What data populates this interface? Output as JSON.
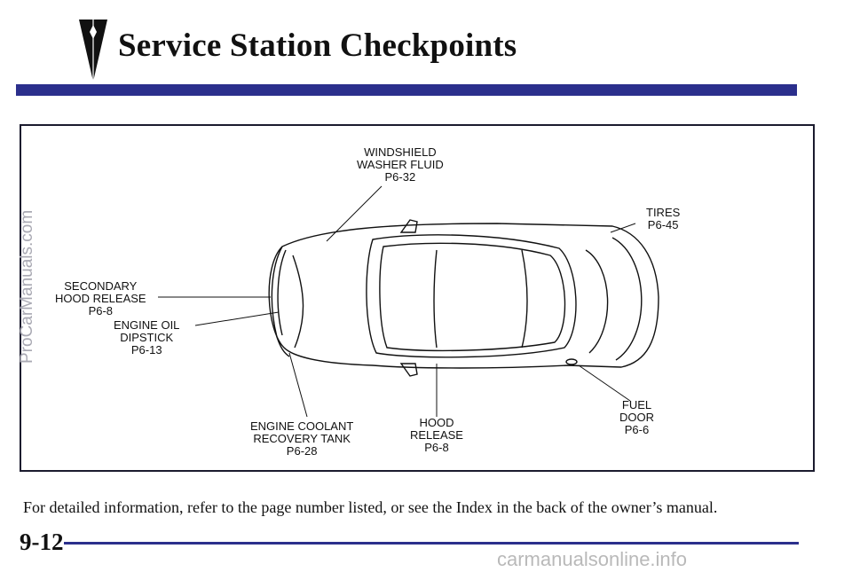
{
  "header": {
    "title": "Service Station Checkpoints",
    "accent_color": "#2b2f8c"
  },
  "figure": {
    "callouts": {
      "windshield": {
        "line1": "WINDSHIELD",
        "line2": "WASHER FLUID",
        "line3": "P6-32"
      },
      "tires": {
        "line1": "TIRES",
        "line2": "P6-45"
      },
      "secondary_hood": {
        "line1": "SECONDARY",
        "line2": "HOOD RELEASE",
        "line3": "P6-8"
      },
      "engine_oil": {
        "line1": "ENGINE OIL",
        "line2": "DIPSTICK",
        "line3": "P6-13"
      },
      "coolant": {
        "line1": "ENGINE COOLANT",
        "line2": "RECOVERY TANK",
        "line3": "P6-28"
      },
      "hood_release": {
        "line1": "HOOD",
        "line2": "RELEASE",
        "line3": "P6-8"
      },
      "fuel_door": {
        "line1": "FUEL",
        "line2": "DOOR",
        "line3": "P6-6"
      }
    }
  },
  "caption": "For detailed information, refer to the page number listed, or see the Index in the back of the owner’s manual.",
  "footer": {
    "page_number": "9-12"
  },
  "watermarks": {
    "side": "ProCarManuals.com",
    "bottom": "carmanualsonline.info"
  }
}
